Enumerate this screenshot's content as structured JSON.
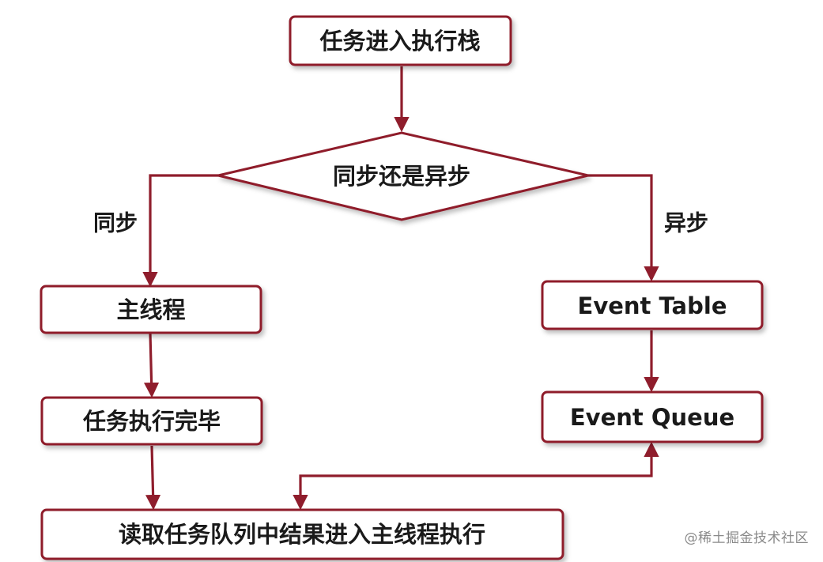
{
  "nodes": {
    "enter_stack": "任务进入执行栈",
    "sync_or_async": "同步还是异步",
    "main_thread": "主线程",
    "task_done": "任务执行完毕",
    "event_table": "Event Table",
    "event_queue": "Event Queue",
    "read_queue": "读取任务队列中结果进入主线程执行"
  },
  "edges": {
    "sync_label": "同步",
    "async_label": "异步"
  },
  "watermark": "@稀土掘金技术社区",
  "colors": {
    "stroke": "#8f1d2c",
    "text": "#1a1a1a",
    "background": "#ffffff"
  }
}
